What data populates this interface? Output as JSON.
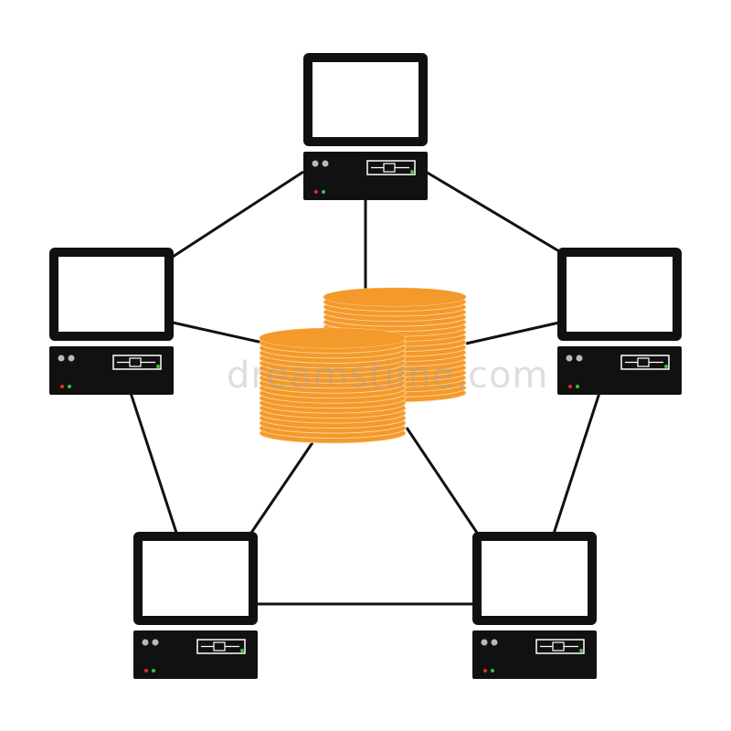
{
  "diagram": {
    "type": "network-topology",
    "topology": "star-plus-ring",
    "hub": {
      "icon": "coin-stack-icon",
      "stacks": 2
    },
    "nodes": [
      {
        "id": "computer-top",
        "icon": "computer-icon"
      },
      {
        "id": "computer-left",
        "icon": "computer-icon"
      },
      {
        "id": "computer-right",
        "icon": "computer-icon"
      },
      {
        "id": "computer-bottom-left",
        "icon": "computer-icon"
      },
      {
        "id": "computer-bottom-right",
        "icon": "computer-icon"
      }
    ],
    "ring_links": [
      [
        "computer-top",
        "computer-right"
      ],
      [
        "computer-right",
        "computer-bottom-right"
      ],
      [
        "computer-bottom-right",
        "computer-bottom-left"
      ],
      [
        "computer-bottom-left",
        "computer-left"
      ],
      [
        "computer-left",
        "computer-top"
      ]
    ],
    "hub_links": [
      "computer-top",
      "computer-left",
      "computer-right",
      "computer-bottom-left",
      "computer-bottom-right"
    ]
  },
  "watermark": {
    "text": "dreamstime.com"
  },
  "colors": {
    "device": "#111111",
    "screen": "#ffffff",
    "link": "#111111",
    "coin": "#f39a2b",
    "coin_edge": "#ffd8a8",
    "led_green": "#3cc23c",
    "led_red": "#d9302a",
    "button_grey": "#b9b9b9"
  }
}
